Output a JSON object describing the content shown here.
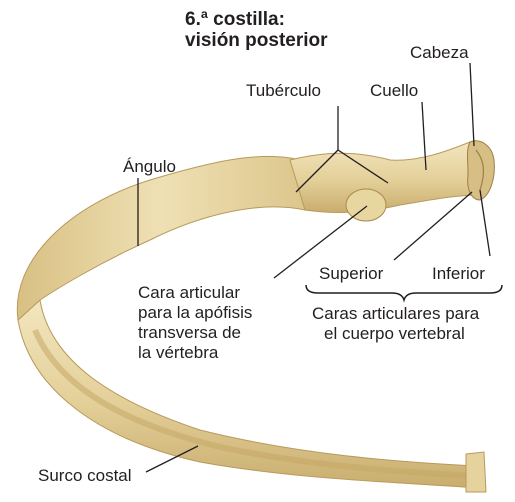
{
  "title": {
    "line1": "6.ª costilla:",
    "line2": "visión posterior"
  },
  "labels": {
    "cabeza": "Cabeza",
    "tuberculo": "Tubérculo",
    "cuello": "Cuello",
    "angulo": "Ángulo",
    "superior": "Superior",
    "inferior": "Inferior",
    "cara_articular": [
      "Cara articular",
      "para la apófisis",
      "transversa de",
      "la vértebra"
    ],
    "caras_articulares": [
      "Caras articulares para",
      "el cuerpo vertebral"
    ],
    "surco_costal": "Surco costal"
  },
  "colors": {
    "bone_light": "#efe0b4",
    "bone_mid": "#dcc68c",
    "bone_shadow": "#b89a5c",
    "leader": "#231f20",
    "text": "#231f20"
  }
}
